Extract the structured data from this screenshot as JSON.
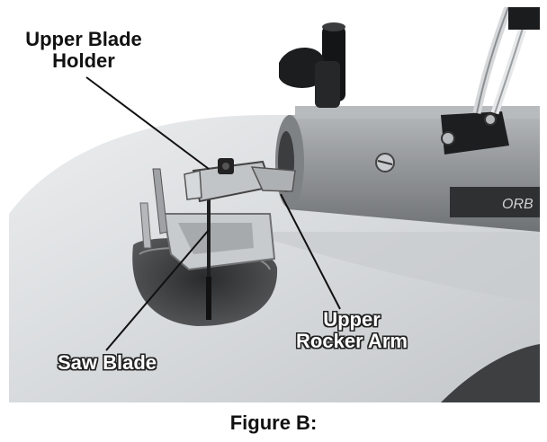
{
  "figure": {
    "caption": "Figure B:"
  },
  "callouts": {
    "upper_blade_holder": [
      "Upper Blade",
      "Holder"
    ],
    "upper_rocker_arm": [
      "Upper",
      "Rocker Arm"
    ],
    "saw_blade": "Saw Blade"
  },
  "photo": {
    "arm_plate_text": "ORB",
    "colors": {
      "table": "#d9dcde",
      "arm": "#8e9193",
      "shadow": "#4a4c4e",
      "background": "#ffffff"
    }
  }
}
